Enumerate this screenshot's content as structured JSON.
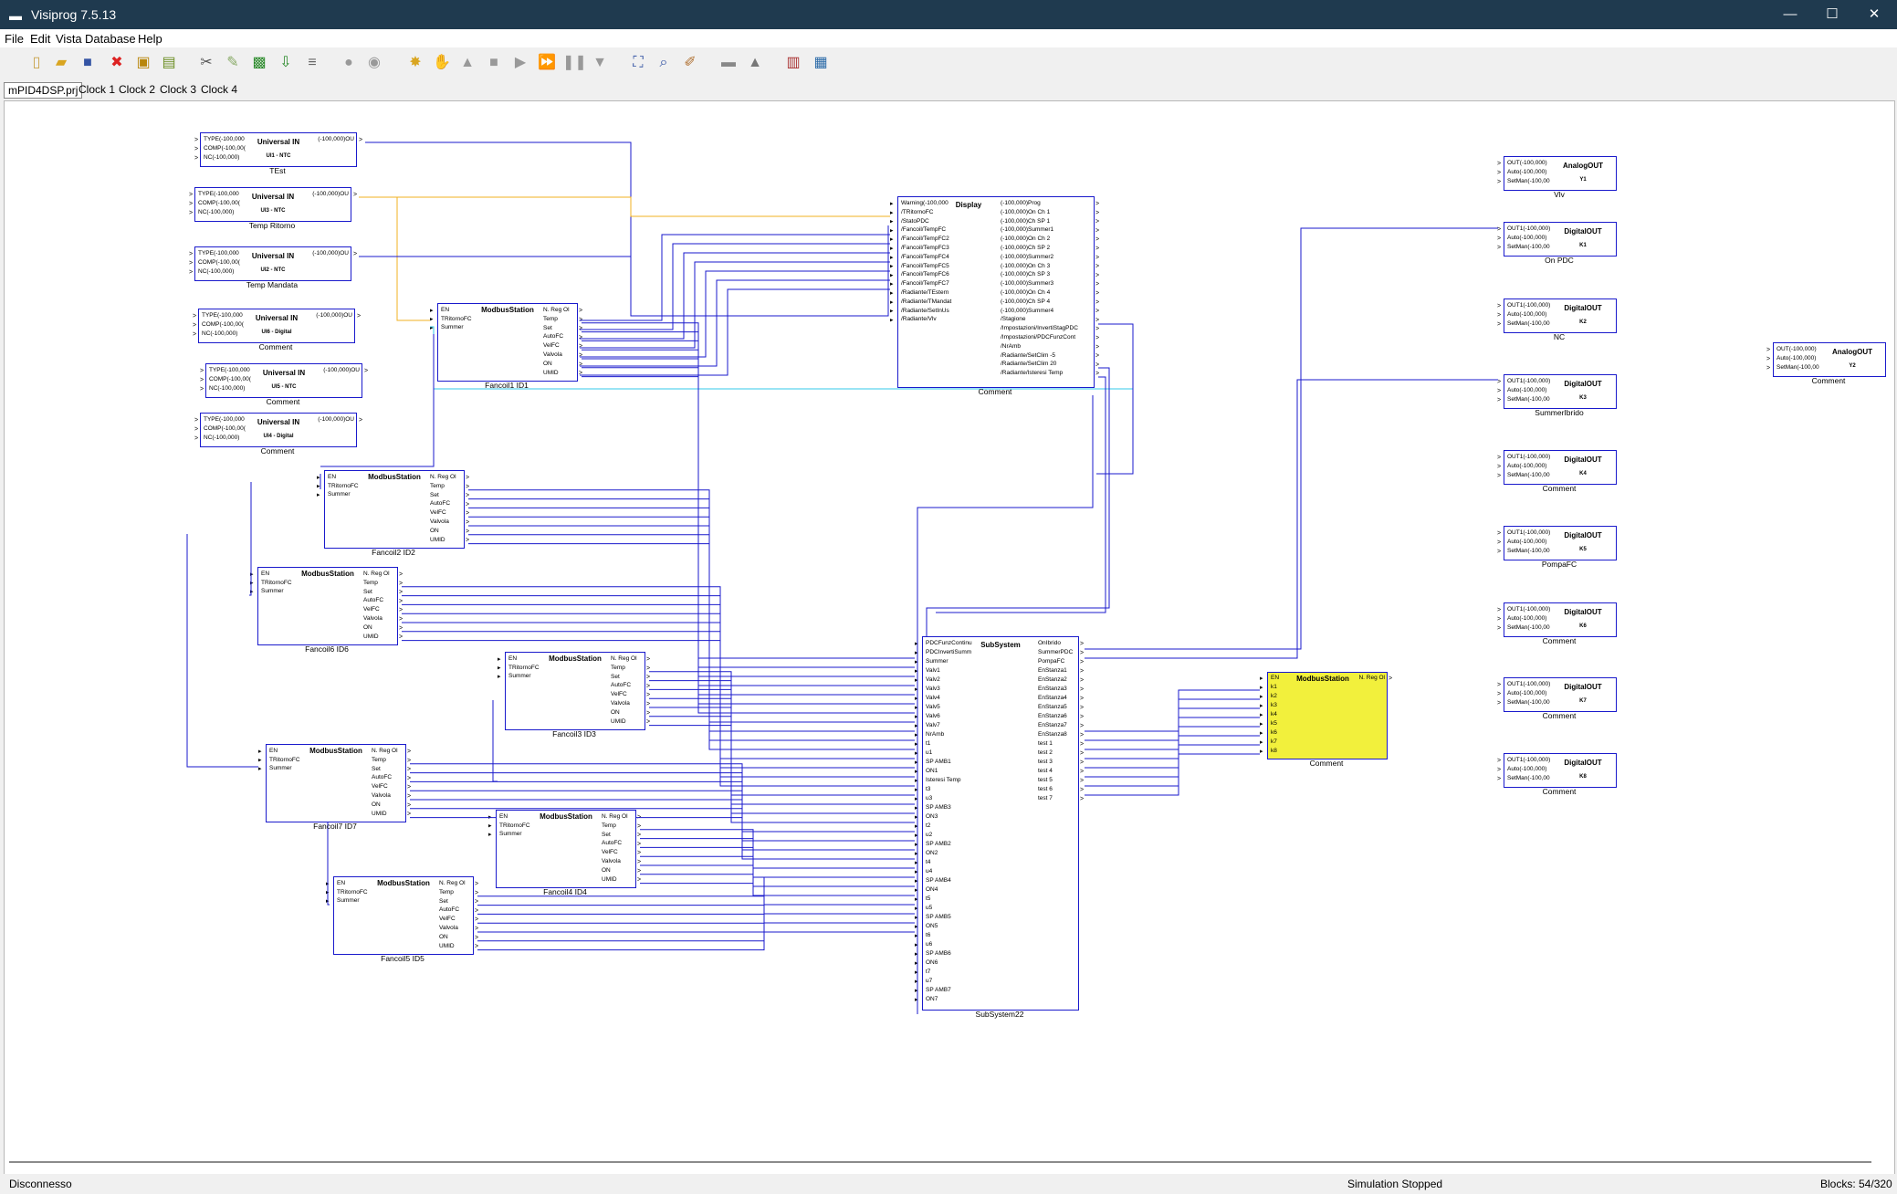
{
  "window": {
    "title": "Visiprog 7.5.13",
    "minimize": "—",
    "maximize": "☐",
    "close": "✕"
  },
  "menu": [
    "File",
    "Edit",
    "Vista",
    "Database",
    "Help"
  ],
  "tabs": [
    "mPID4DSP.prj",
    "Clock 1",
    "Clock 2",
    "Clock 3",
    "Clock 4"
  ],
  "status": {
    "connection": "Disconnesso",
    "simulation": "Simulation Stopped",
    "blocks": "Blocks: 54/320"
  },
  "colors": {
    "wire": "#1a1acc",
    "wire_yellow": "#f0b020",
    "wire_cyan": "#33c8e8",
    "highlight": "#f2f03c"
  },
  "blocks": {
    "ui1": {
      "title": "Universal IN",
      "sub": "UI1 - NTC",
      "label": "TEst",
      "inputs": [
        "TYPE(-100,000",
        "COMP(-100,00(",
        "NC(-100,000)"
      ],
      "output": "(-100,000)OU"
    },
    "ui3": {
      "title": "Universal IN",
      "sub": "UI3 - NTC",
      "label": "Temp Ritorno",
      "inputs": [
        "TYPE(-100,000",
        "COMP(-100,00(",
        "NC(-100,000)"
      ],
      "output": "(-100,000)OU"
    },
    "ui2": {
      "title": "Universal IN",
      "sub": "UI2 - NTC",
      "label": "Temp Mandata",
      "inputs": [
        "TYPE(-100,000",
        "COMP(-100,00(",
        "NC(-100,000)"
      ],
      "output": "(-100,000)OU"
    },
    "ui6": {
      "title": "Universal IN",
      "sub": "UI6 - Digital",
      "label": "Comment",
      "inputs": [
        "TYPE(-100,000",
        "COMP(-100,00(",
        "NC(-100,000)"
      ],
      "output": "(-100,000)OU"
    },
    "ui5": {
      "title": "Universal IN",
      "sub": "UI5 - NTC",
      "label": "Comment",
      "inputs": [
        "TYPE(-100,000",
        "COMP(-100,00(",
        "NC(-100,000)"
      ],
      "output": "(-100,000)OU"
    },
    "ui4": {
      "title": "Universal IN",
      "sub": "UI4 - Digital",
      "label": "Comment",
      "inputs": [
        "TYPE(-100,000",
        "COMP(-100,00(",
        "NC(-100,000)"
      ],
      "output": "(-100,000)OU"
    },
    "fc1": {
      "title": "ModbusStation",
      "label": "Fancoil1 ID1",
      "inputs": [
        "EN",
        "TRitornoFC",
        "Summer"
      ],
      "outputs": [
        "N. Reg Ol",
        "Temp",
        "Set",
        "AutoFC",
        "VelFC",
        "Valvola",
        "ON",
        "UMID"
      ]
    },
    "fc2": {
      "title": "ModbusStation",
      "label": "Fancoil2 ID2",
      "inputs": [
        "EN",
        "TRitornoFC",
        "Summer"
      ],
      "outputs": [
        "N. Reg Ol",
        "Temp",
        "Set",
        "AutoFC",
        "VelFC",
        "Valvola",
        "ON",
        "UMID"
      ]
    },
    "fc6": {
      "title": "ModbusStation",
      "label": "Fancoil6 ID6",
      "inputs": [
        "EN",
        "TRitornoFC",
        "Summer"
      ],
      "outputs": [
        "N. Reg Ol",
        "Temp",
        "Set",
        "AutoFC",
        "VelFC",
        "Valvola",
        "ON",
        "UMID"
      ]
    },
    "fc3": {
      "title": "ModbusStation",
      "label": "Fancoil3 ID3",
      "inputs": [
        "EN",
        "TRitornoFC",
        "Summer"
      ],
      "outputs": [
        "N. Reg Ol",
        "Temp",
        "Set",
        "AutoFC",
        "VelFC",
        "Valvola",
        "ON",
        "UMID"
      ]
    },
    "fc7": {
      "title": "ModbusStation",
      "label": "Fancoil7 ID7",
      "inputs": [
        "EN",
        "TRitornoFC",
        "Summer"
      ],
      "outputs": [
        "N. Reg Ol",
        "Temp",
        "Set",
        "AutoFC",
        "VelFC",
        "Valvola",
        "ON",
        "UMID"
      ]
    },
    "fc4": {
      "title": "ModbusStation",
      "label": "Fancoil4 ID4",
      "inputs": [
        "EN",
        "TRitornoFC",
        "Summer"
      ],
      "outputs": [
        "N. Reg Ol",
        "Temp",
        "Set",
        "AutoFC",
        "VelFC",
        "Valvola",
        "ON",
        "UMID"
      ]
    },
    "fc5": {
      "title": "ModbusStation",
      "label": "Fancoil5 ID5",
      "inputs": [
        "EN",
        "TRitornoFC",
        "Summer"
      ],
      "outputs": [
        "N. Reg Ol",
        "Temp",
        "Set",
        "AutoFC",
        "VelFC",
        "Valvola",
        "ON",
        "UMID"
      ]
    },
    "display": {
      "title": "Display",
      "label": "Comment",
      "inputs": [
        "Warning(-100,000",
        "/TRitornoFC",
        "/StatoPDC",
        "/Fancoil/TempFC",
        "/Fancoil/TempFC2",
        "/Fancoil/TempFC3",
        "/Fancoil/TempFC4",
        "/Fancoil/TempFC5",
        "/Fancoil/TempFC6",
        "/Fancoil/TempFC7",
        "/Radiante/TEstern",
        "/Radiante/TMandat",
        "/Radiante/SetInUs",
        "/Radiante/Vlv"
      ],
      "outputs": [
        "(-100,000)Prog",
        "(-100,000)On Ch 1",
        "(-100,000)Ch SP 1",
        "(-100,000)Summer1",
        "(-100,000)On Ch 2",
        "(-100,000)Ch SP 2",
        "(-100,000)Summer2",
        "(-100,000)On Ch 3",
        "(-100,000)Ch SP 3",
        "(-100,000)Summer3",
        "(-100,000)On Ch 4",
        "(-100,000)Ch SP 4",
        "(-100,000)Summer4",
        "/Stagione",
        "/Impostazioni/InvertiStagPDC",
        "/Impostazioni/PDCFunzCont",
        "/NrAmb",
        "/Radiante/SetClim -5",
        "/Radiante/SetClim 20",
        "/Radiante/Isteresi Temp"
      ]
    },
    "subsystem": {
      "title": "SubSystem",
      "label": "SubSystem22",
      "inputs": [
        "PDCFunzContinu",
        "PDCInvertiSumm",
        "Summer",
        "Valv1",
        "Valv2",
        "Valv3",
        "Valv4",
        "Valv5",
        "Valv6",
        "Valv7",
        "NrAmb",
        "t1",
        "u1",
        "SP AMB1",
        "ON1",
        "Isteresi Temp",
        "t3",
        "u3",
        "SP AMB3",
        "ON3",
        "t2",
        "u2",
        "SP AMB2",
        "ON2",
        "t4",
        "u4",
        "SP AMB4",
        "ON4",
        "t5",
        "u5",
        "SP AMB5",
        "ON5",
        "t6",
        "u6",
        "SP AMB6",
        "ON6",
        "t7",
        "u7",
        "SP AMB7",
        "ON7"
      ],
      "outputs": [
        "OnIbrido",
        "SummerPDC",
        "PompaFC",
        "EnStanza1",
        "EnStanza2",
        "EnStanza3",
        "EnStanza4",
        "EnStanza5",
        "EnStanza6",
        "EnStanza7",
        "EnStanza8",
        "test 1",
        "test 2",
        "test 3",
        "test 4",
        "test 5",
        "test 6",
        "test 7"
      ]
    },
    "ms_yellow": {
      "title": "ModbusStation",
      "label": "Comment",
      "inputs": [
        "EN",
        "k1",
        "k2",
        "k3",
        "k4",
        "k5",
        "k6",
        "k7",
        "k8"
      ],
      "output": "N. Reg Ol"
    },
    "ao_y1": {
      "title": "AnalogOUT",
      "sub": "Y1",
      "label": "Vlv",
      "inputs": [
        "OUT(-100,000)",
        "Auto(-100,000)",
        "SetMan(-100,00"
      ]
    },
    "ao_y2": {
      "title": "AnalogOUT",
      "sub": "Y2",
      "label": "Comment",
      "inputs": [
        "OUT(-100,000)",
        "Auto(-100,000)",
        "SetMan(-100,00"
      ]
    },
    "do_k1": {
      "title": "DigitalOUT",
      "sub": "K1",
      "label": "On PDC",
      "inputs": [
        "OUT1(-100,000)",
        "Auto(-100,000)",
        "SetMan(-100,00"
      ]
    },
    "do_k2": {
      "title": "DigitalOUT",
      "sub": "K2",
      "label": "NC",
      "inputs": [
        "OUT1(-100,000)",
        "Auto(-100,000)",
        "SetMan(-100,00"
      ]
    },
    "do_k3": {
      "title": "DigitalOUT",
      "sub": "K3",
      "label": "SummerIbrido",
      "inputs": [
        "OUT1(-100,000)",
        "Auto(-100,000)",
        "SetMan(-100,00"
      ]
    },
    "do_k4": {
      "title": "DigitalOUT",
      "sub": "K4",
      "label": "Comment",
      "inputs": [
        "OUT1(-100,000)",
        "Auto(-100,000)",
        "SetMan(-100,00"
      ]
    },
    "do_k5": {
      "title": "DigitalOUT",
      "sub": "K5",
      "label": "PompaFC",
      "inputs": [
        "OUT1(-100,000)",
        "Auto(-100,000)",
        "SetMan(-100,00"
      ]
    },
    "do_k6": {
      "title": "DigitalOUT",
      "sub": "K6",
      "label": "Comment",
      "inputs": [
        "OUT1(-100,000)",
        "Auto(-100,000)",
        "SetMan(-100,00"
      ]
    },
    "do_k7": {
      "title": "DigitalOUT",
      "sub": "K7",
      "label": "Comment",
      "inputs": [
        "OUT1(-100,000)",
        "Auto(-100,000)",
        "SetMan(-100,00"
      ]
    },
    "do_k8": {
      "title": "DigitalOUT",
      "sub": "K8",
      "label": "Comment",
      "inputs": [
        "OUT1(-100,000)",
        "Auto(-100,000)",
        "SetMan(-100,00"
      ]
    }
  }
}
